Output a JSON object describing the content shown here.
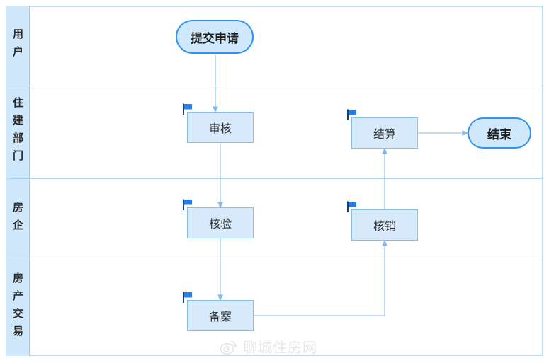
{
  "diagram": {
    "type": "swimlane-flowchart",
    "lanes": [
      {
        "label": "用户"
      },
      {
        "label": "住建部门"
      },
      {
        "label": "房企"
      },
      {
        "label": "房产交易"
      }
    ],
    "nodes": [
      {
        "id": "start",
        "label": "提交申请",
        "type": "terminal",
        "lane": "用户"
      },
      {
        "id": "review",
        "label": "审核",
        "type": "process",
        "lane": "住建部门"
      },
      {
        "id": "settle",
        "label": "结算",
        "type": "process",
        "lane": "住建部门"
      },
      {
        "id": "verify",
        "label": "核验",
        "type": "process",
        "lane": "房企"
      },
      {
        "id": "writeoff",
        "label": "核销",
        "type": "process",
        "lane": "房企"
      },
      {
        "id": "record",
        "label": "备案",
        "type": "process",
        "lane": "房产交易"
      },
      {
        "id": "end",
        "label": "结束",
        "type": "terminal",
        "lane": "住建部门"
      }
    ],
    "edges": [
      {
        "from": "提交申请",
        "to": "审核"
      },
      {
        "from": "审核",
        "to": "核验"
      },
      {
        "from": "核验",
        "to": "备案"
      },
      {
        "from": "备案",
        "to": "核销"
      },
      {
        "from": "核销",
        "to": "结算"
      },
      {
        "from": "结算",
        "to": "结束"
      }
    ],
    "colors": {
      "lane_fill": "#cee7fa",
      "lane_border": "#9ecdf3",
      "frame_border": "#bcddf7",
      "process_fill": "#d7eafb",
      "process_border": "#86bdea",
      "terminal_fill": "#d0e8fc",
      "terminal_border": "#2f93f0",
      "arrow": "#98c8f3",
      "flag": "#2a7de4",
      "text": "#333333",
      "watermark": "#e7e7e7"
    }
  },
  "watermark": {
    "text": "聊城住房网",
    "icon": "weibo-logo-icon"
  }
}
